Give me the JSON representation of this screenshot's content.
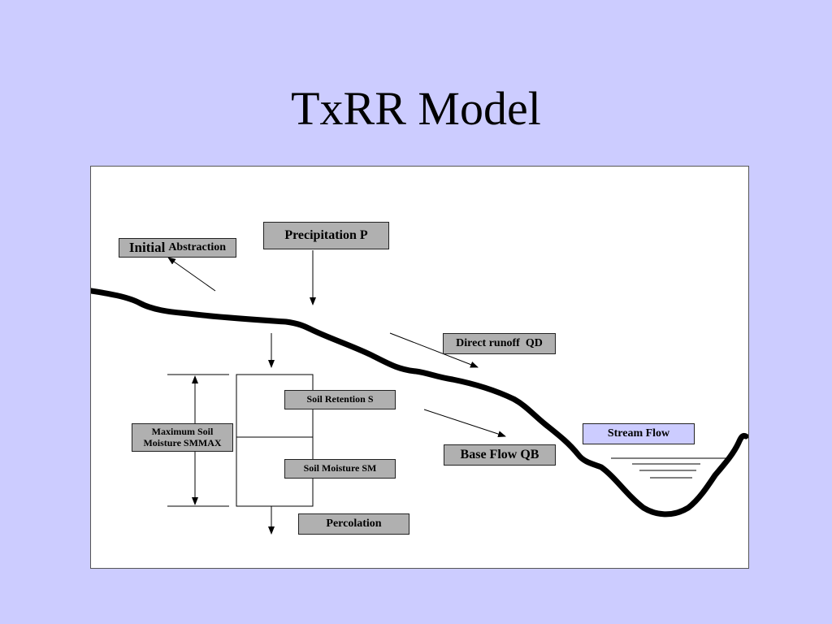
{
  "slide": {
    "title": "TxRR Model"
  },
  "labels": {
    "initial_abstraction_a": "Initial",
    "initial_abstraction_b": "Abstraction",
    "precipitation": "Precipitation P",
    "direct_runoff": "Direct runoff  QD",
    "soil_retention": "Soil Retention S",
    "max_soil_moisture_line1": "Maximum Soil",
    "max_soil_moisture_line2": "Moisture SMMAX",
    "soil_moisture": "Soil Moisture SM",
    "base_flow": "Base Flow QB",
    "stream_flow": "Stream Flow",
    "percolation": "Percolation"
  },
  "colors": {
    "background": "#ccccff",
    "label_fill": "#b0b0b0",
    "stream_label_fill": "#ccccff",
    "panel": "#ffffff"
  }
}
